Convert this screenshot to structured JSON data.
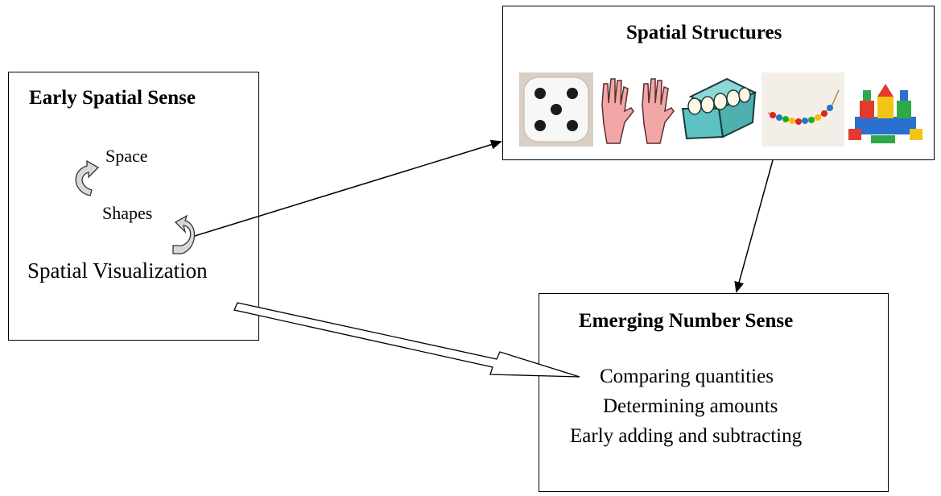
{
  "early_box": {
    "title": "Early Spatial Sense",
    "items": [
      "Space",
      "Shapes",
      "Spatial Visualization"
    ]
  },
  "structures_box": {
    "title": "Spatial Structures",
    "images": [
      "dice-image",
      "hands-image",
      "egg-carton-image",
      "bead-string-image",
      "building-blocks-image"
    ]
  },
  "number_box": {
    "title": "Emerging Number Sense",
    "items": [
      "Comparing quantities",
      "Determining amounts",
      "Early adding and subtracting"
    ]
  }
}
